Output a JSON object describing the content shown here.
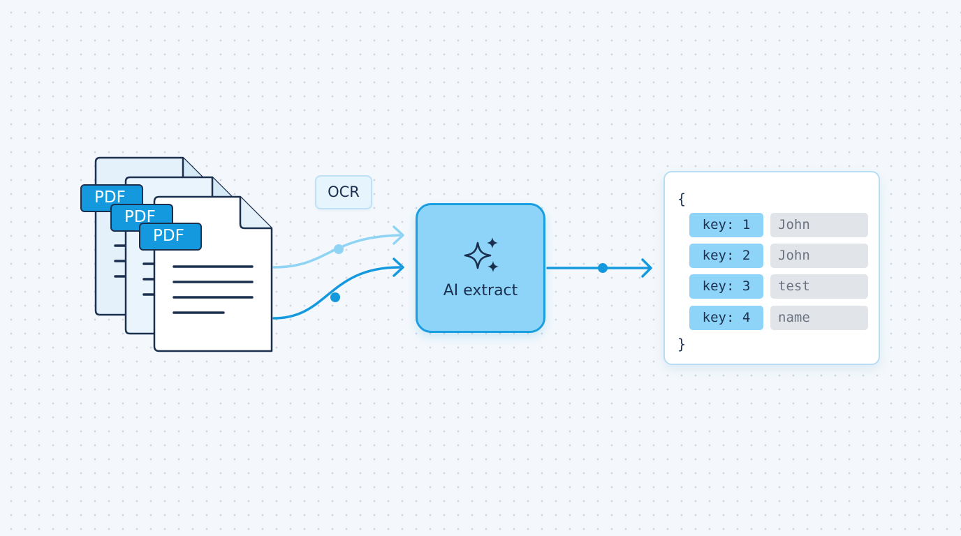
{
  "colors": {
    "background": "#f4f8fc",
    "accent": "#1499de",
    "accent_light": "#8dd4f8",
    "flow_light": "#8fd3f5",
    "outline": "#1b2f4e",
    "value_bg": "#e1e5ea"
  },
  "documents": [
    {
      "tag": "PDF",
      "icon": "document-icon"
    },
    {
      "tag": "PDF",
      "icon": "document-icon"
    },
    {
      "tag": "PDF",
      "icon": "document-icon"
    }
  ],
  "ocr_label": "OCR",
  "processor": {
    "icon": "sparkles-icon",
    "label": "AI extract"
  },
  "output": {
    "open_brace": "{",
    "close_brace": "}",
    "rows": [
      {
        "key": "key: 1",
        "value": "John"
      },
      {
        "key": "key: 2",
        "value": "John"
      },
      {
        "key": "key: 3",
        "value": "test"
      },
      {
        "key": "key: 4",
        "value": "name"
      }
    ]
  }
}
